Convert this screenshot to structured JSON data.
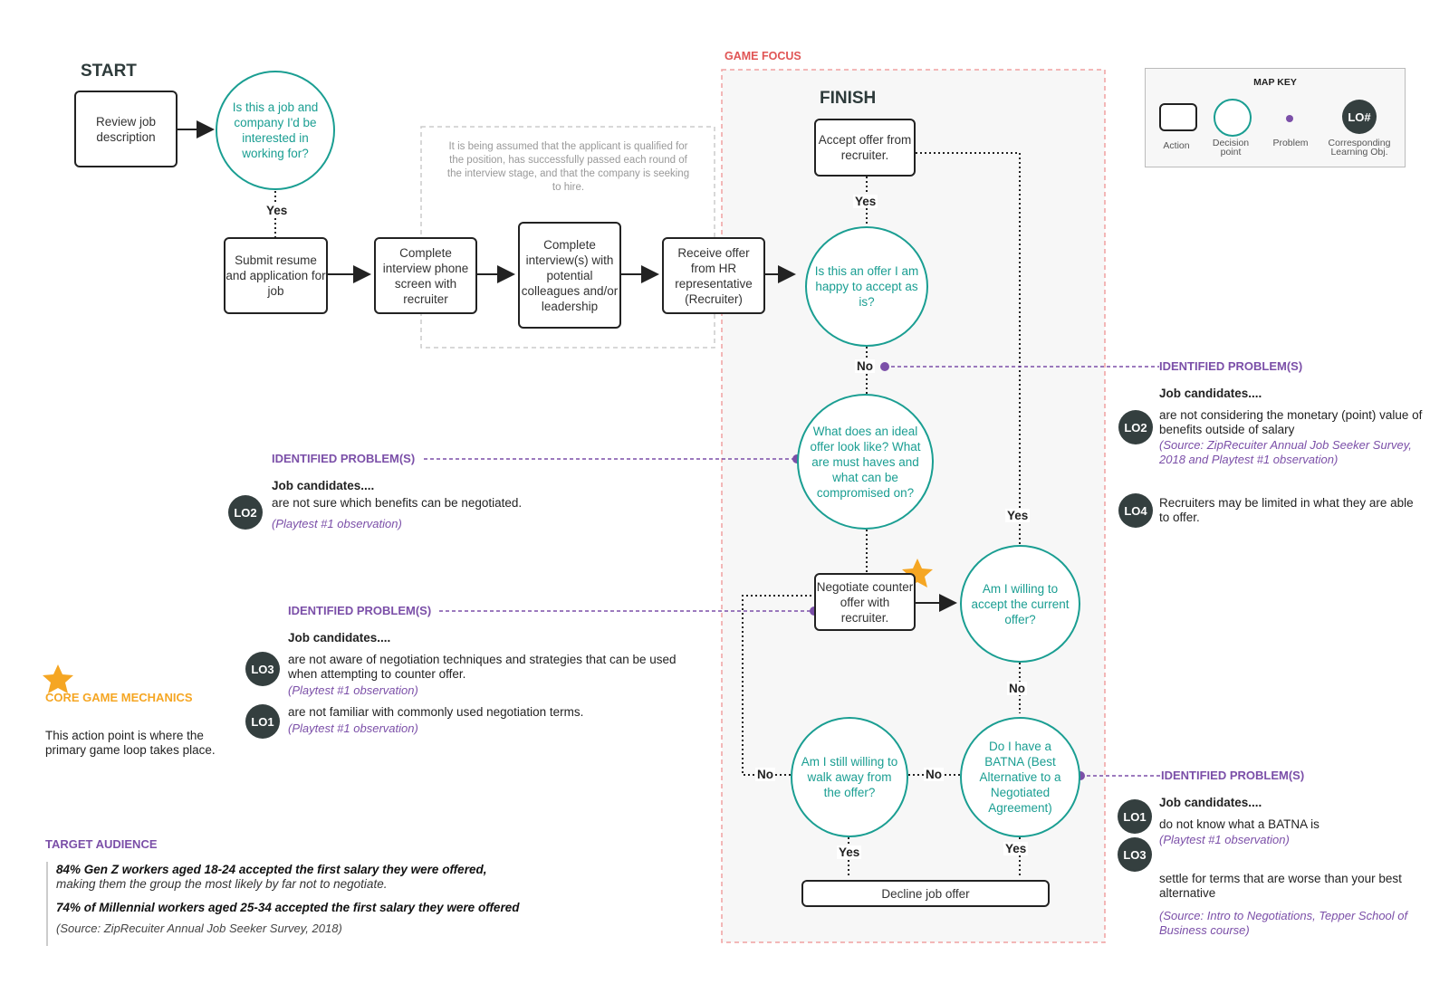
{
  "start_label": "START",
  "finish_label": "FINISH",
  "game_focus_label": "GAME FOCUS",
  "assumption_note": "It is being assumed that the applicant is qualified for the position, has successfully passed each round of the interview stage, and that the company is seeking to hire.",
  "nodes": {
    "review": "Review job description",
    "interested": "Is this a job and company I'd be interested in working for?",
    "submit": "Submit resume and application for job",
    "phone": "Complete interview phone screen with recruiter",
    "interviews": "Complete interview(s) with potential colleagues and/or leadership",
    "receive": "Receive offer from HR representative (Recruiter)",
    "happy": "Is this an offer I am happy to accept as is?",
    "accept": "Accept offer from recruiter.",
    "ideal": "What does an ideal offer look like? What are must haves and what can be compromised on?",
    "negotiate": "Negotiate counter offer with recruiter.",
    "willing": "Am I willing to accept the current offer?",
    "batna": "Do I have a BATNA (Best Alternative to a Negotiated Agreement)",
    "walk": "Am I still willing to walk away from the offer?",
    "decline": "Decline job offer"
  },
  "edge_labels": {
    "yes": "Yes",
    "no": "No"
  },
  "map_key": {
    "title": "MAP KEY",
    "action": "Action",
    "decision": "Decision point",
    "problem": "Problem",
    "lo_badge": "LO#",
    "lo": "Corresponding Learning Obj."
  },
  "problems": {
    "heading": "IDENTIFIED PROBLEM(S)",
    "candidates": "Job candidates....",
    "right_top": {
      "lo2_text": "are not considering the monetary (point) value of benefits outside of salary",
      "lo2_source": "(Source: ZipRecuiter Annual Job Seeker Survey, 2018 and Playtest #1 observation)",
      "lo4_text": "Recruiters may be limited in what they are able to offer."
    },
    "left_ideal": {
      "lo2_text": "are not sure which benefits can be negotiated.",
      "lo2_source": "(Playtest #1 observation)"
    },
    "left_negotiate": {
      "lo3_text": "are not aware of negotiation techniques and strategies that can be used when attempting to counter offer.",
      "lo3_source": "(Playtest #1 observation)",
      "lo1_text": "are not familiar with commonly used negotiation terms.",
      "lo1_source": "(Playtest #1 observation)"
    },
    "right_batna": {
      "lo1_text": "do not know what a BATNA is",
      "lo1_source": "(Playtest #1 observation)",
      "lo3_text": "settle for terms that are worse than your best alternative",
      "lo3_source": "(Source: Intro to Negotiations, Tepper School of Business course)"
    }
  },
  "lo_badges": {
    "lo1": "LO1",
    "lo2": "LO2",
    "lo3": "LO3",
    "lo4": "LO4"
  },
  "core_mechanics": {
    "title": "CORE GAME MECHANICS",
    "text": "This action point is where the primary game loop takes place."
  },
  "target_audience": {
    "title": "TARGET AUDIENCE",
    "line1": "84% Gen Z workers aged 18-24 accepted the first salary they were offered,",
    "line1b": "making them the group the most likely by far not to negotiate.",
    "line2": "74% of Millennial workers aged 25-34 accepted the first salary they were offered",
    "source": "(Source:  ZipRecuiter Annual Job Seeker Survey, 2018)"
  },
  "colors": {
    "teal": "#1a9e92",
    "purple": "#7b4fa8",
    "orange": "#f5a623",
    "red": "#e05555",
    "dark": "#343f3f"
  }
}
